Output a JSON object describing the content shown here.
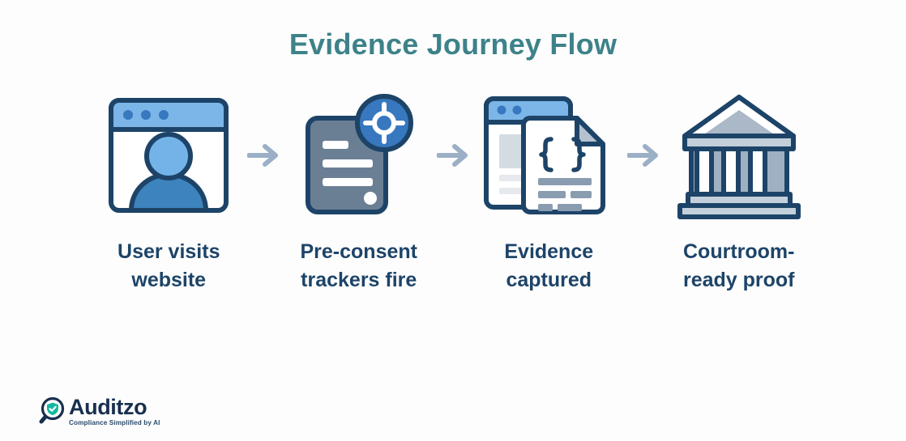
{
  "page": {
    "title": "Evidence Journey Flow",
    "background_color": "#fdfdfd",
    "title_color": "#3d8289"
  },
  "flow": {
    "arrow_color": "#9bb0c6",
    "label_color": "#1d4468",
    "arrow_icon": "arrow-right-icon",
    "steps": [
      {
        "label": "User visits\nwebsite",
        "icon": "browser-user-icon",
        "colors": {
          "outline": "#1d4468",
          "titlebar": "#7cb6e8",
          "dot": "#3778bf",
          "head": "#74b3e8",
          "body": "#3d83bd",
          "page": "#ffffff"
        }
      },
      {
        "label": "Pre-consent\ntrackers fire",
        "icon": "tracker-document-icon",
        "colors": {
          "outline": "#1d4468",
          "panel": "#6b7f94",
          "bar": "#ffffff",
          "badge": "#3778bf",
          "badge_mark": "#ffffff"
        }
      },
      {
        "label": "Evidence\ncaptured",
        "icon": "evidence-json-document-icon",
        "colors": {
          "outline": "#1d4468",
          "titlebar": "#7cb6e8",
          "dot": "#3778bf",
          "block": "#d3dbe3",
          "line": "#e6eaee",
          "page": "#ffffff",
          "fold": "#b4c2d0",
          "textbar": "#8a9cb0"
        }
      },
      {
        "label": "Courtroom-\nready proof",
        "icon": "courthouse-icon",
        "colors": {
          "outline": "#1d4468",
          "pediment": "#aab8c8",
          "column": "#ffffff",
          "gap": "#9fb0c2",
          "base": "#c3cfdb"
        }
      }
    ]
  },
  "logo": {
    "name": "Auditzo",
    "tagline": "Compliance Simplified by AI",
    "mark_icon": "magnifier-shield-check-icon",
    "colors": {
      "word": "#182f4e",
      "shield": "#14b8a2",
      "check": "#ffffff",
      "lens": "#182f4e"
    }
  }
}
